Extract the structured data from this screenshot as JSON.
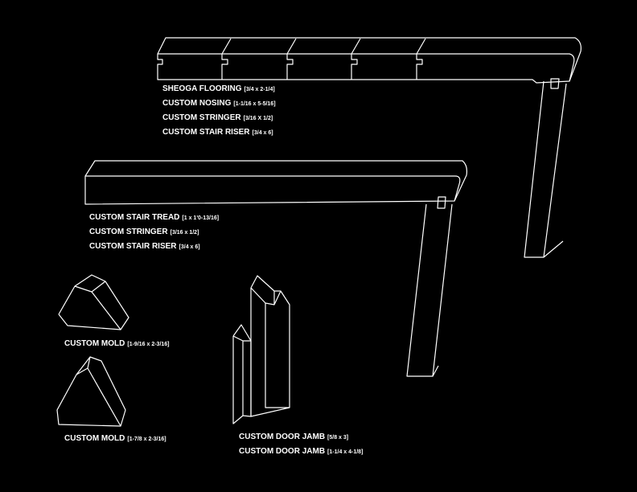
{
  "groups": [
    {
      "lines": [
        {
          "name": "SHEOGA FLOORING",
          "dim": "[3/4 x 2-1/4]"
        },
        {
          "name": "CUSTOM NOSING",
          "dim": "[1-1/16 x 5-5/16]"
        },
        {
          "name": "CUSTOM STRINGER",
          "dim": "[3/16 X 1/2]"
        },
        {
          "name": "CUSTOM STAIR RISER",
          "dim": "[3/4 x 6]"
        }
      ]
    },
    {
      "lines": [
        {
          "name": "CUSTOM STAIR TREAD",
          "dim": "[1 x 1'0-13/16]"
        },
        {
          "name": "CUSTOM STRINGER",
          "dim": "[3/16 x 1/2]"
        },
        {
          "name": "CUSTOM STAIR RISER",
          "dim": "[3/4 x 6]"
        }
      ]
    },
    {
      "lines": [
        {
          "name": "CUSTOM MOLD",
          "dim": "[1-9/16 x 2-3/16]"
        }
      ]
    },
    {
      "lines": [
        {
          "name": "CUSTOM MOLD",
          "dim": "[1-7/8 x 2-3/16]"
        }
      ]
    },
    {
      "lines": [
        {
          "name": "CUSTOM DOOR JAMB",
          "dim": "[5/8 x 3]"
        },
        {
          "name": "CUSTOM DOOR JAMB",
          "dim": "[1-1/4 x 4-1/8]"
        }
      ]
    }
  ],
  "colors": {
    "background": "#000000",
    "line": "#ffffff"
  }
}
